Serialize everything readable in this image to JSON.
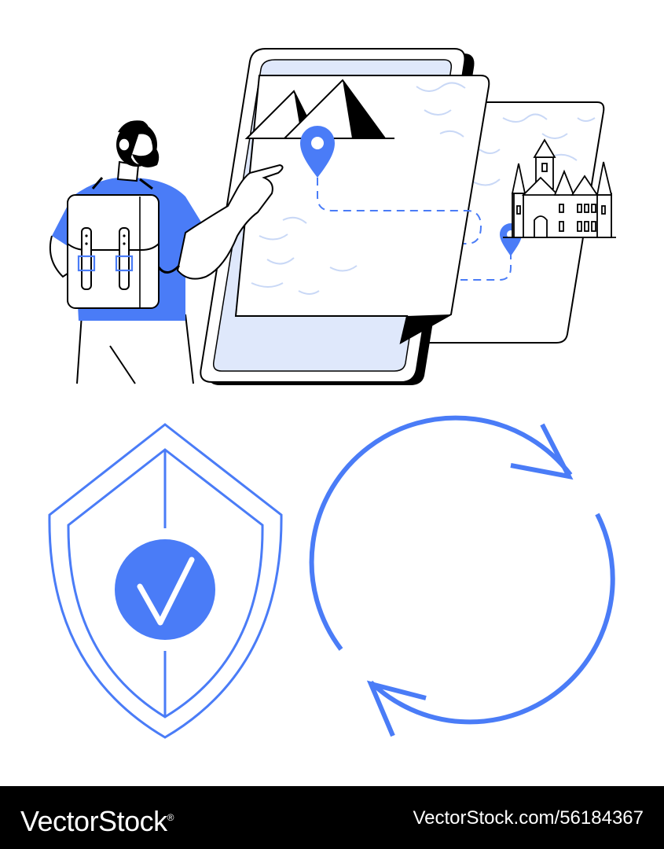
{
  "colors": {
    "accent": "#4a7cf7",
    "light_fill": "#dfe8fb",
    "ink": "#000000",
    "background": "#ffffff"
  },
  "illustration": {
    "scene": [
      "traveler-with-backpack",
      "tablet-map",
      "route-pins",
      "castle",
      "mountains",
      "shield-check",
      "refresh-arrows"
    ]
  },
  "footer": {
    "brand": "VectorStock",
    "brand_mark": "®",
    "stock_id": "VectorStock.com/56184367"
  }
}
